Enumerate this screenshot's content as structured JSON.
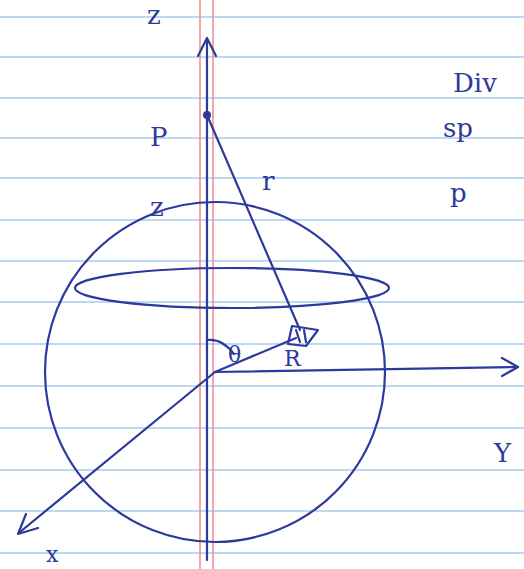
{
  "diagram": {
    "labels": [
      "z",
      "P",
      "z",
      "r",
      "θ",
      "R",
      "Y",
      "x",
      "Div",
      "sp",
      "p"
    ]
  }
}
